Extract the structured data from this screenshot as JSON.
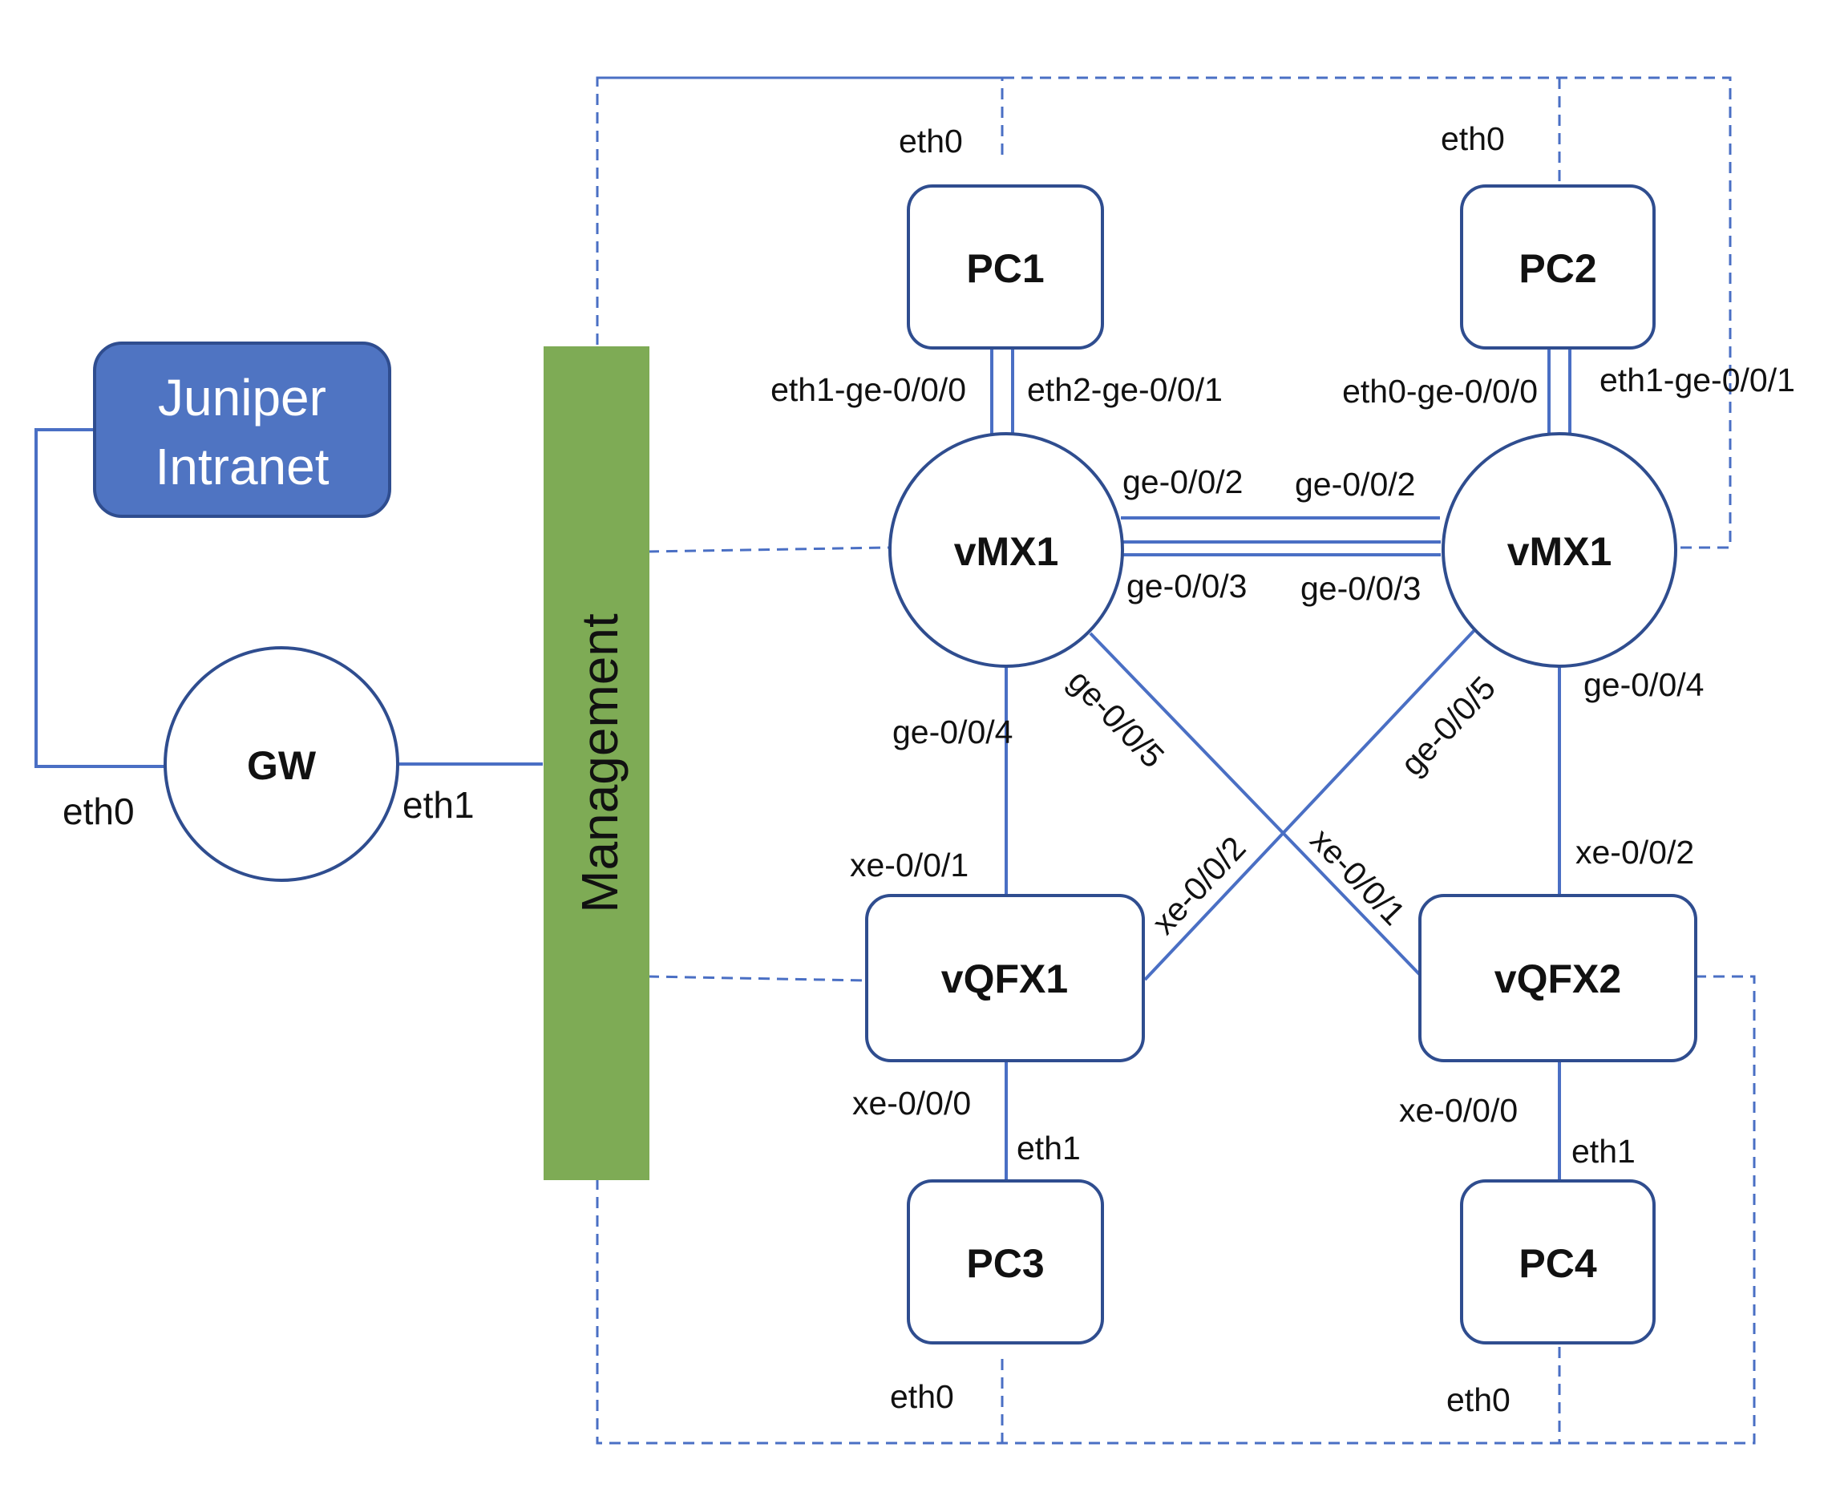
{
  "nodes": {
    "intranet": {
      "line1": "Juniper",
      "line2": "Intranet"
    },
    "gw": "GW",
    "management": "Management",
    "pc1": "PC1",
    "pc2": "PC2",
    "pc3": "PC3",
    "pc4": "PC4",
    "vmx_left": "vMX1",
    "vmx_right": "vMX1",
    "vqfx1": "vQFX1",
    "vqfx2": "vQFX2"
  },
  "labels": {
    "gw_eth0": "eth0",
    "gw_eth1": "eth1",
    "pc1_eth0": "eth0",
    "pc2_eth0": "eth0",
    "pc3_eth0": "eth0",
    "pc4_eth0": "eth0",
    "pc1_vmx_a": "eth1-ge-0/0/0",
    "pc1_vmx_b": "eth2-ge-0/0/1",
    "pc2_vmx_a": "eth0-ge-0/0/0",
    "pc2_vmx_b": "eth1-ge-0/0/1",
    "vmx1_ge2": "ge-0/0/2",
    "vmx2_ge2": "ge-0/0/2",
    "vmx1_ge3": "ge-0/0/3",
    "vmx2_ge3": "ge-0/0/3",
    "vmx1_ge4": "ge-0/0/4",
    "vmx2_ge4": "ge-0/0/4",
    "vmx1_ge5": "ge-0/0/5",
    "vmx2_ge5": "ge-0/0/5",
    "vqfx1_xe1": "xe-0/0/1",
    "vqfx1_xe2": "xe-0/0/2",
    "vqfx2_xe1": "xe-0/0/1",
    "vqfx2_xe2": "xe-0/0/2",
    "vqfx1_xe0": "xe-0/0/0",
    "vqfx2_xe0": "xe-0/0/0",
    "pc3_eth1": "eth1",
    "pc4_eth1": "eth1"
  },
  "colors": {
    "link": "#4a6fc4",
    "node_stroke": "#2f4d8f",
    "intranet_fill": "#4f74c2",
    "management_fill": "#7eab55"
  }
}
